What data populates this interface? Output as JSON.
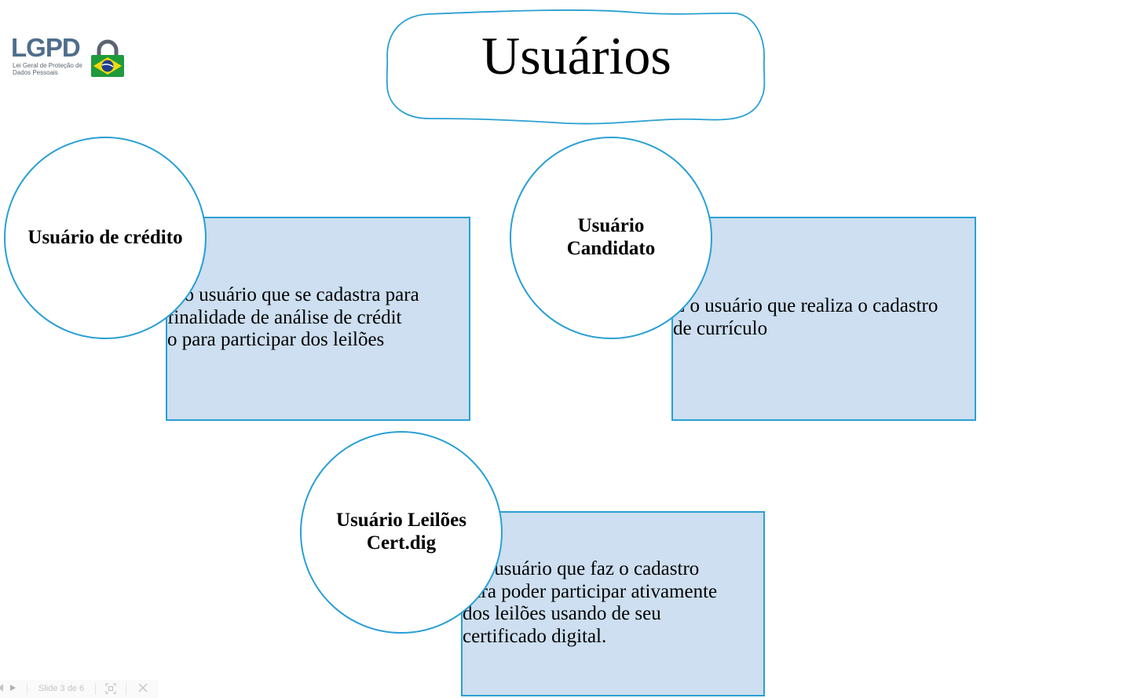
{
  "slide": {
    "title": "Usuários",
    "logo": {
      "name": "LGPD",
      "subtitle": "Lei Geral de Proteção de Dados Pessoais"
    },
    "items": [
      {
        "label": "Usuário de crédito",
        "text": "É o usuário que se cadastra para finalidade de análise de crédito para participar dos leilões"
      },
      {
        "label": "Usuário Candidato",
        "text": "É o usuário que realiza o cadastro de currículo"
      },
      {
        "label": "Usuário Leilões Cert.dig",
        "text": "É o usuário que faz o cadastro para poder participar ativamente dos leilões usando de seu certificado digital."
      }
    ]
  },
  "colors": {
    "box_fill": "#cddff0",
    "accent_border": "#2aa0d4",
    "logo_blue": "#4f6e8c"
  },
  "navigation": {
    "prev_icon": "previous-icon",
    "next_icon": "next-icon",
    "slide_counter": "Slide 3 de 6",
    "fit_icon": "fit-to-window-icon",
    "close_icon": "close-icon"
  }
}
